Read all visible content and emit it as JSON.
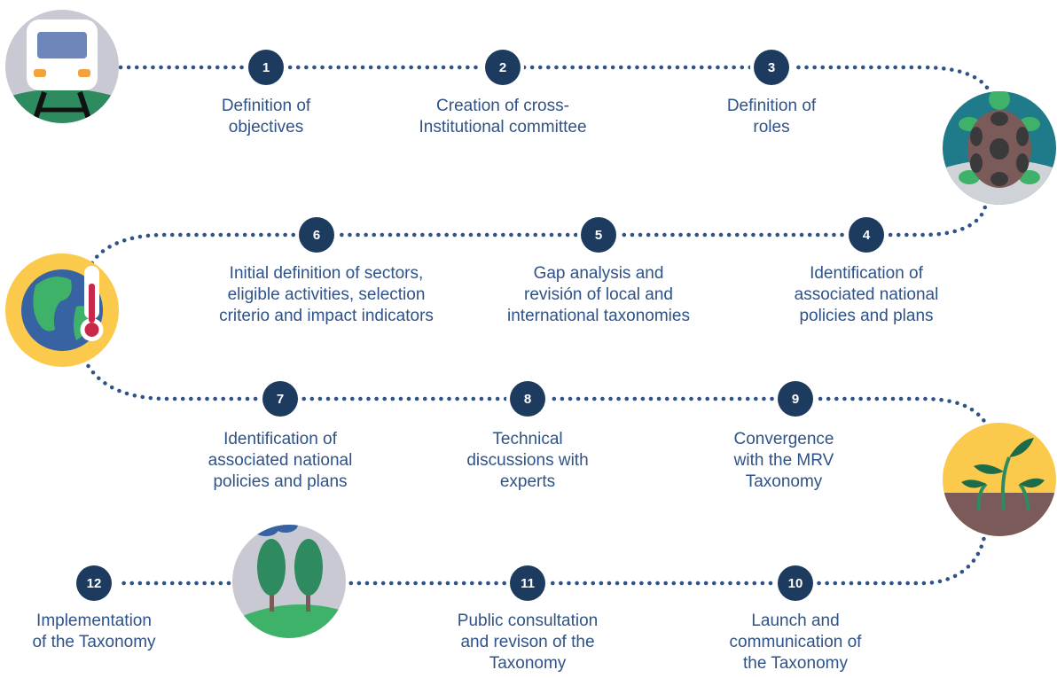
{
  "colors": {
    "path_dots": "#2f5287",
    "step_circle": "#1c3b5e",
    "step_text": "#ffffff",
    "label_text": "#2f5287"
  },
  "steps": [
    {
      "number": "1",
      "label": "Definition of\nobjectives"
    },
    {
      "number": "2",
      "label": "Creation of cross-\nInstitutional committee"
    },
    {
      "number": "3",
      "label": "Definition of\nroles"
    },
    {
      "number": "4",
      "label": "Identification of\nassociated national\npolicies and plans"
    },
    {
      "number": "5",
      "label": "Gap analysis and\nrevisión of local and\ninternational taxonomies"
    },
    {
      "number": "6",
      "label": "Initial definition of sectors,\neligible activities, selection\ncriterio and impact indicators"
    },
    {
      "number": "7",
      "label": "Identification of\nassociated national\npolicies and plans"
    },
    {
      "number": "8",
      "label": "Technical\ndiscussions with\nexperts"
    },
    {
      "number": "9",
      "label": "Convergence\nwith the MRV\nTaxonomy"
    },
    {
      "number": "10",
      "label": "Launch and\ncommunication of\nthe Taxonomy"
    },
    {
      "number": "11",
      "label": "Public consultation\nand revison of the\nTaxonomy"
    },
    {
      "number": "12",
      "label": "Implementation\nof the Taxonomy"
    }
  ],
  "icons": [
    "train-icon",
    "turtle-icon",
    "globe-thermometer-icon",
    "sprouting-plant-icon",
    "trees-icon"
  ]
}
